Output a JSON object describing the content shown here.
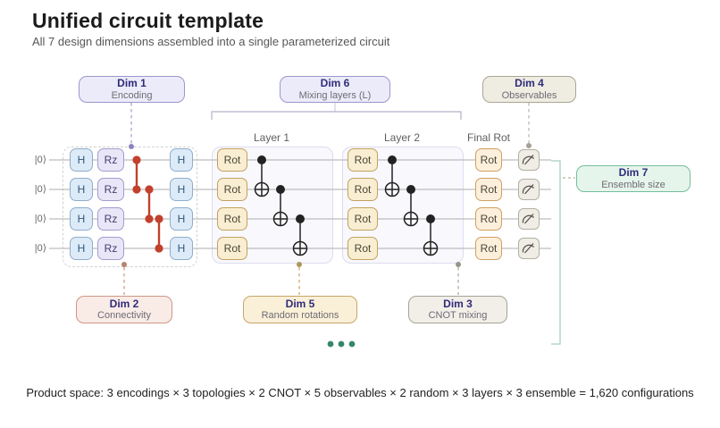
{
  "header": {
    "title": "Unified circuit template",
    "subtitle": "All 7 design dimensions assembled into a single parameterized circuit"
  },
  "badges": {
    "dim1": {
      "title": "Dim 1",
      "label": "Encoding"
    },
    "dim2": {
      "title": "Dim 2",
      "label": "Connectivity"
    },
    "dim3": {
      "title": "Dim 3",
      "label": "CNOT mixing"
    },
    "dim4": {
      "title": "Dim 4",
      "label": "Observables"
    },
    "dim5": {
      "title": "Dim 5",
      "label": "Random rotations"
    },
    "dim6": {
      "title": "Dim 6",
      "label": "Mixing layers (L)"
    },
    "dim7": {
      "title": "Dim 7",
      "label": "Ensemble size"
    }
  },
  "circuit": {
    "num_qubits": 4,
    "ket_label": "|0⟩",
    "gates": {
      "h": "H",
      "rz": "Rz",
      "rot": "Rot"
    },
    "section_labels": {
      "layer1": "Layer 1",
      "layer2": "Layer 2",
      "final": "Final Rot"
    },
    "icons": [
      "measurement-gauge-icon",
      "cnot-target-icon",
      "cz-control-dot-icon",
      "ellipsis-dots-icon"
    ]
  },
  "footer": {
    "text": "Product space: 3 encodings × 3 topologies × 2 CNOT × 5 observables × 2 random × 3 layers × 3 ensemble = 1,620 configurations"
  },
  "colors": {
    "accent_purple": "#9c95ce",
    "accent_pink": "#d09585",
    "accent_tan": "#c7a568",
    "accent_gray": "#a6a396",
    "accent_green": "#74bd9c",
    "badge_title_text": "#2f2c7a",
    "connectivity_red": "#c2402c",
    "ensemble_bracket_teal": "#a8cec4",
    "ellipsis_teal": "#35866f",
    "wire_gray": "#bdbdbd"
  }
}
